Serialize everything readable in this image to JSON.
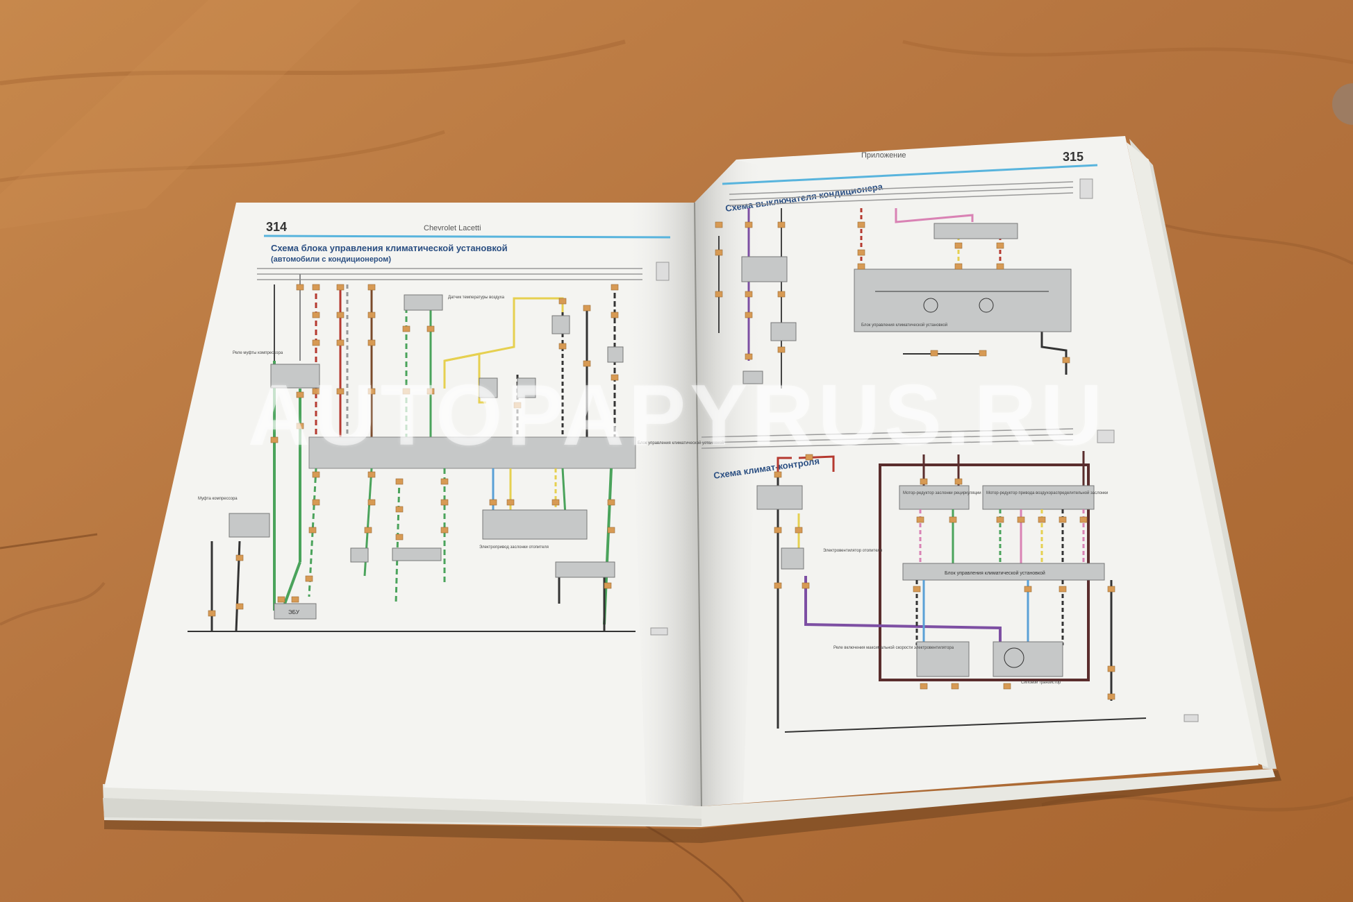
{
  "photo": {
    "subject": "open-repair-manual-book",
    "colors": {
      "wood": "#b5743f",
      "wood_dark": "#8c5328",
      "wood_light": "#cf9055",
      "paper": "#f4f4f1",
      "accent_blue": "#58b4dd",
      "connector": "#d79a54"
    }
  },
  "left_page": {
    "page_number": "314",
    "running_head": "Chevrolet Lacetti",
    "title": "Схема блока управления климатической установкой",
    "subtitle": "(автомобили с кондиционером)",
    "labels": {
      "relay_clutch": "Реле муфты компрессора",
      "clutch": "Муфта компрессора",
      "module": "Блок управления климатической установкой",
      "evaporator_sensor": "Датчик температуры воздуха",
      "blower_motor": "Электропривод заслонки отопителя",
      "ecu": "ЭБУ"
    }
  },
  "right_page": {
    "page_number": "315",
    "running_head": "Приложение",
    "title_top": "Схема выключателя кондиционера",
    "title_bottom": "Схема климат-контроля",
    "labels": {
      "control_module": "Блок управления климатической установкой",
      "recirculation_motor": "Мотор-редуктор заслонки рециркуляции",
      "mode_motor": "Мотор-редуктор привода воздухораспределительной заслонки",
      "power_transistor": "Силовой транзистор",
      "fan_relay": "Реле включения максимальной скорости электровентилятора",
      "fan_motor": "Электровентилятор отопителя"
    }
  },
  "watermark": "AUTOPAPYRUS.RU"
}
